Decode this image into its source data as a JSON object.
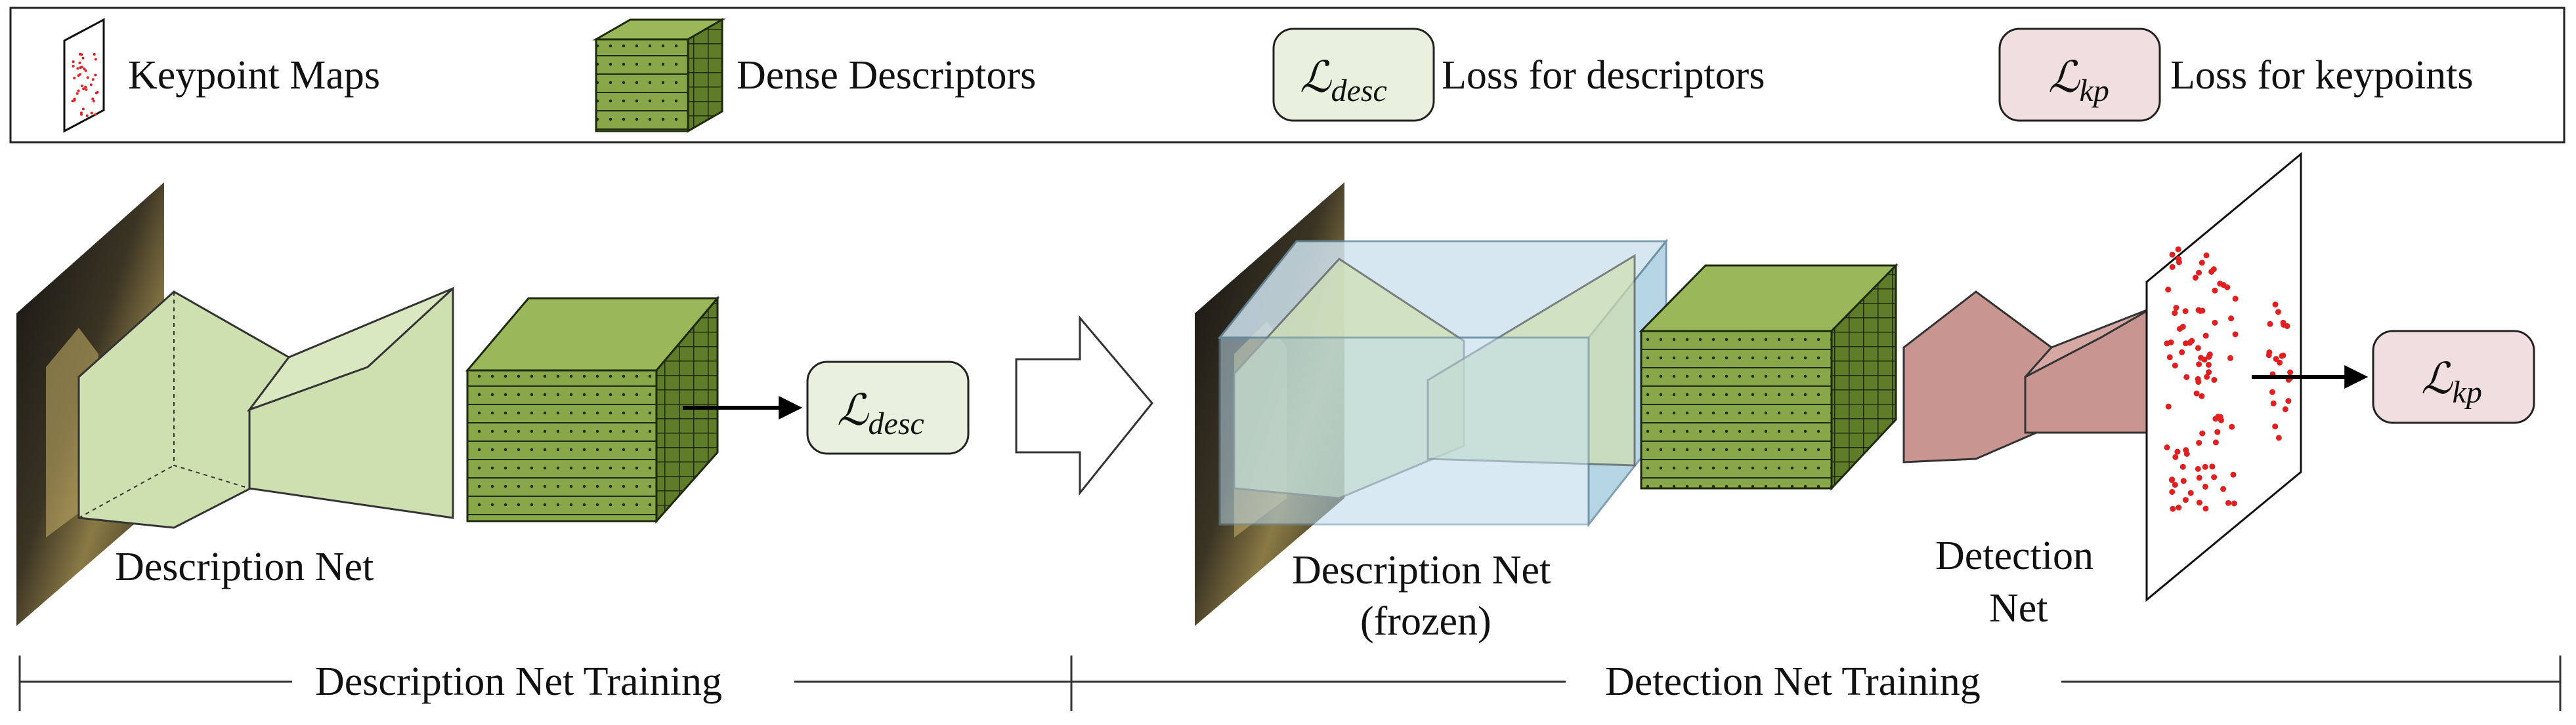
{
  "legend": {
    "keypoint_maps": "Keypoint Maps",
    "dense_descriptors": "Dense Descriptors",
    "loss_desc_symbol": "ℒdesc",
    "loss_desc_symbol_main": "ℒ",
    "loss_desc_symbol_sub": "desc",
    "loss_for_descriptors": "Loss for descriptors",
    "loss_kp_symbol": "ℒkp",
    "loss_kp_symbol_main": "ℒ",
    "loss_kp_symbol_sub": "kp",
    "loss_for_keypoints": "Loss for keypoints"
  },
  "stage1": {
    "network_label": "Description Net",
    "loss_symbol_main": "ℒ",
    "loss_symbol_sub": "desc",
    "section_label": "Description Net Training"
  },
  "stage2": {
    "frozen_net_label_line1": "Description Net",
    "frozen_net_label_line2": "(frozen)",
    "detection_net_label_line1": "Detection",
    "detection_net_label_line2": "Net",
    "loss_symbol_main": "ℒ",
    "loss_symbol_sub": "kp",
    "section_label": "Detection Net Training"
  },
  "colors": {
    "description_net_fill": "#cfe0b0",
    "descriptor_cube": "#6f8f35",
    "detection_net_fill": "#c99591",
    "loss_desc_box": "#e9f1de",
    "loss_kp_box": "#f1dede",
    "frozen_box": "#b9d8ea",
    "keypoint_dots": "#e02020"
  }
}
